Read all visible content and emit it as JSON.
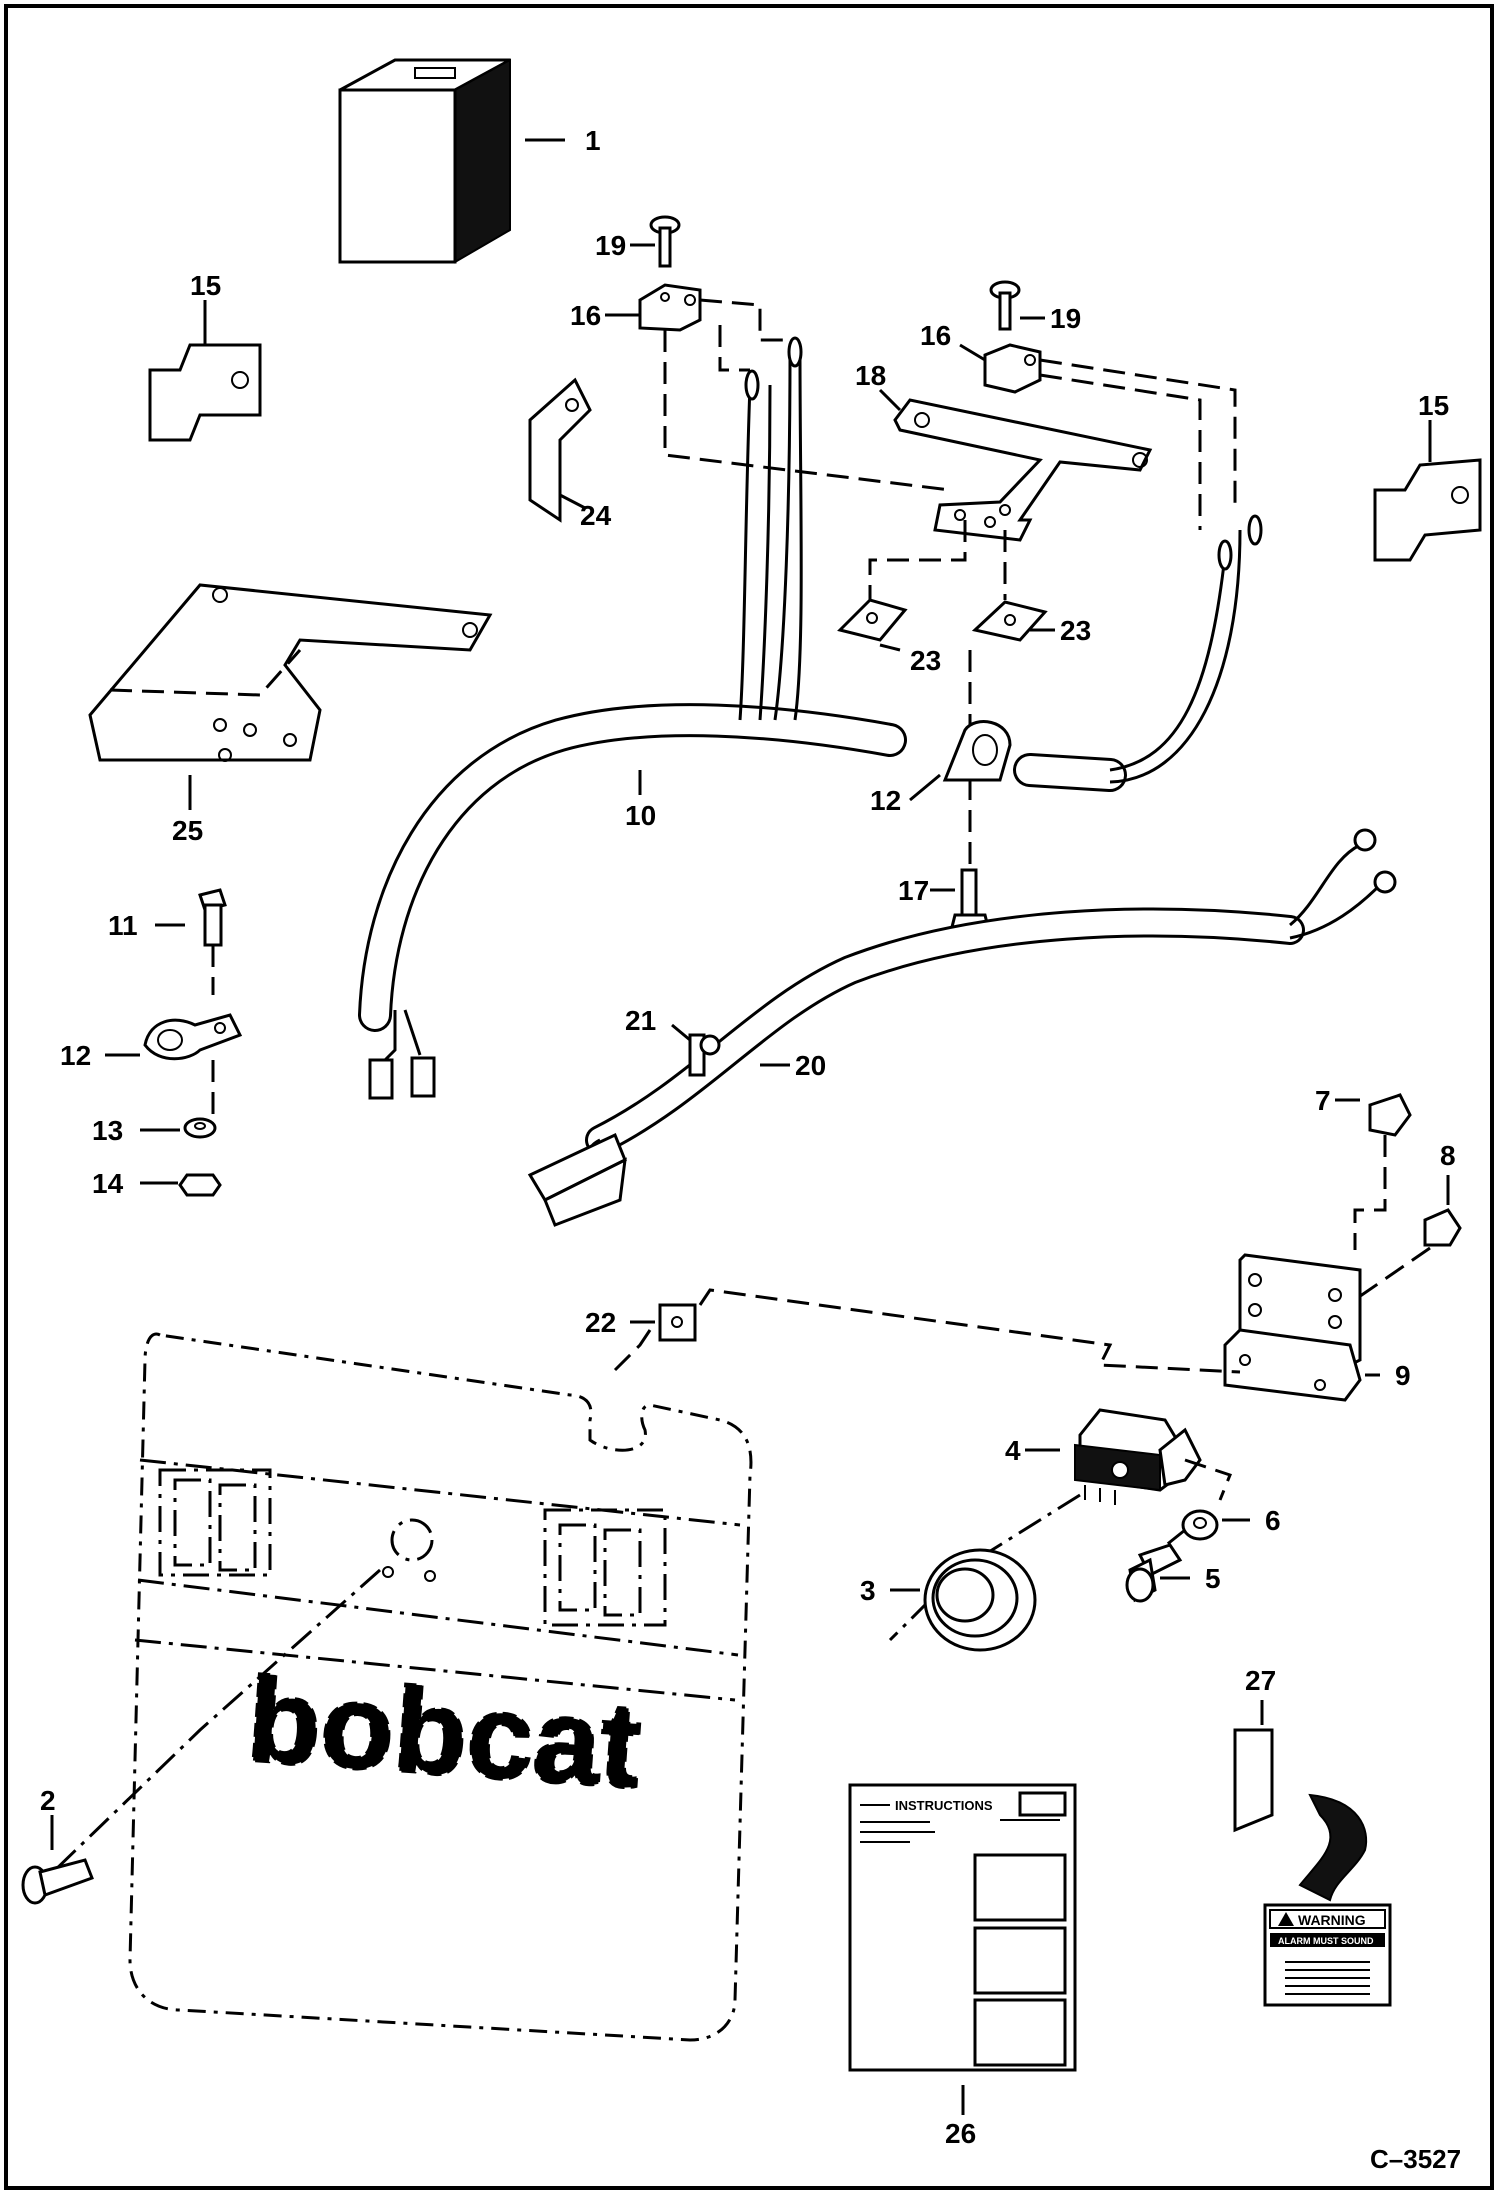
{
  "diagram": {
    "drawing_number": "C–3527",
    "callouts": [
      "1",
      "2",
      "3",
      "4",
      "5",
      "6",
      "7",
      "8",
      "9",
      "10",
      "11",
      "12",
      "12",
      "13",
      "14",
      "15",
      "15",
      "16",
      "16",
      "17",
      "18",
      "19",
      "19",
      "20",
      "21",
      "22",
      "23",
      "23",
      "24",
      "25",
      "26",
      "27"
    ],
    "instruction_sheet": {
      "heading": "INSTRUCTIONS"
    },
    "warning_decal": {
      "heading": "WARNING",
      "subheading": "ALARM MUST SOUND"
    },
    "panel_logo": "bobcat"
  }
}
